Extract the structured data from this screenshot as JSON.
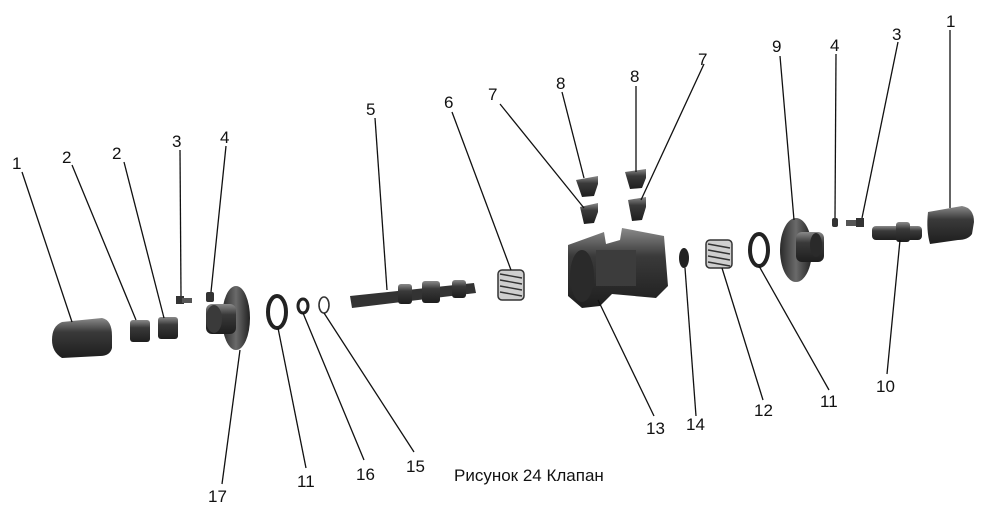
{
  "caption": "Рисунок 24 Клапан",
  "callouts": [
    "1",
    "2",
    "2",
    "3",
    "4",
    "5",
    "6",
    "7",
    "8",
    "8",
    "7",
    "9",
    "4",
    "3",
    "1",
    "17",
    "11",
    "16",
    "15",
    "13",
    "14",
    "12",
    "11",
    "10"
  ]
}
